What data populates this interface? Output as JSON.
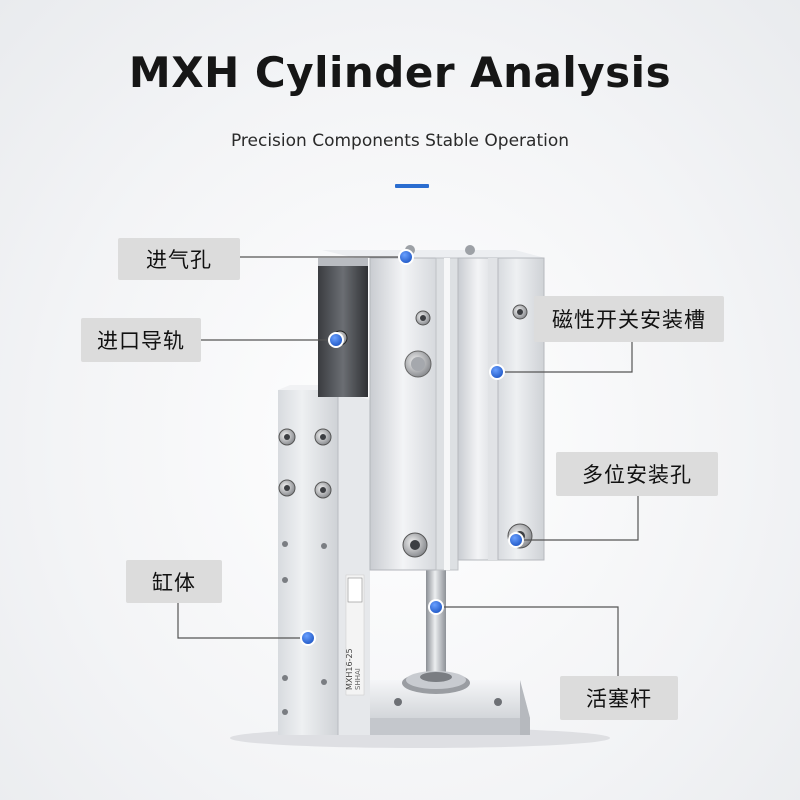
{
  "header": {
    "title": "MXH Cylinder Analysis",
    "subtitle": "Precision Components Stable Operation"
  },
  "callouts": {
    "air_inlet": "进气孔",
    "guide_rail": "进口导轨",
    "switch_slot": "磁性开关安装槽",
    "mount_holes": "多位安装孔",
    "cylinder_body": "缸体",
    "piston_rod": "活塞杆"
  },
  "product_label": {
    "model": "MXH16-25",
    "brand": "SHHAI"
  },
  "colors": {
    "accent": "#2a6dd0",
    "marker": "#2f6fe0",
    "callout_bg": "#dcdcdc"
  }
}
